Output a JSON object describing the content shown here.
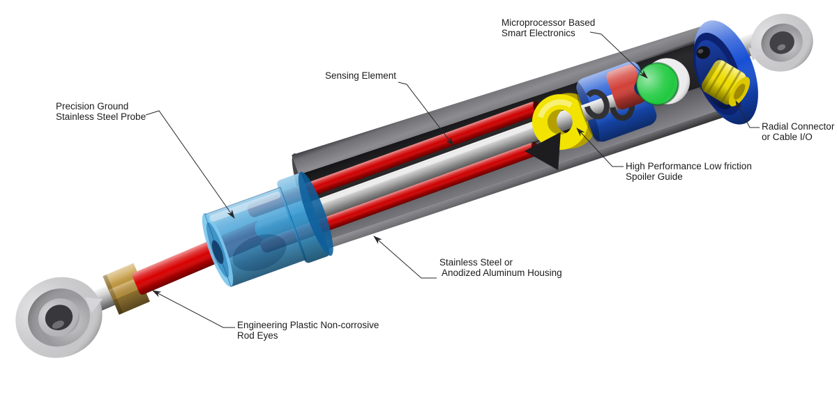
{
  "diagram": {
    "background": "#ffffff",
    "labels": {
      "smart_electronics": {
        "line1": "Microprocessor Based",
        "line2": "Smart Electronics"
      },
      "sensing_element": {
        "line1": "Sensing Element"
      },
      "probe": {
        "line1": "Precision Ground",
        "line2": "Stainless Steel Probe"
      },
      "radial_connector": {
        "line1": "Radial Connector",
        "line2": "or Cable I/O"
      },
      "spoiler_guide": {
        "line1": "High Performance Low friction",
        "line2": "Spoiler Guide"
      },
      "housing": {
        "line1": "Stainless Steel or",
        "line2": "Anodized Aluminum Housing"
      },
      "rod_eyes": {
        "line1": "Engineering Plastic Non-corrosive",
        "line2": "Rod Eyes"
      }
    },
    "colors": {
      "probe_red": "#d80000",
      "sensing_red": "#cf0000",
      "electronics_red": "#d24038",
      "bushing_blue": "#2390cf",
      "carrier_blue": "#1b56d2",
      "cap_blue": "#174fd4",
      "guide_yellow": "#f2e400",
      "connector_yellow": "#eedd00",
      "pcb_green": "#1ec93e",
      "nut_gold": "#c79d44",
      "eye_silver": "#c6c6c9",
      "housing_gray": "#7d7d81",
      "leader": "#26262a",
      "label_text": "#1a1a1a"
    }
  }
}
